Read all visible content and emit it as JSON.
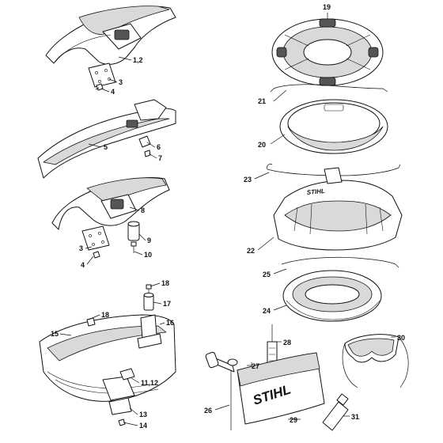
{
  "labels": {
    "p1_2": "1,2",
    "p3a": "3",
    "p4a": "4",
    "p5": "5",
    "p6": "6",
    "p7": "7",
    "p8": "8",
    "p9": "9",
    "p3b": "3",
    "p4b": "4",
    "p10": "10",
    "p18a": "18",
    "p17": "17",
    "p18b": "18",
    "p16": "16",
    "p15": "15",
    "p11_12": "11,12",
    "p13": "13",
    "p14": "14",
    "p19": "19",
    "p21": "21",
    "p20": "20",
    "p23": "23",
    "p22": "22",
    "p25": "25",
    "p24": "24",
    "p26": "26",
    "p27": "27",
    "p28": "28",
    "p29": "29",
    "p30": "30",
    "p31": "31"
  },
  "brand": {
    "logo_text_top": "STIHL",
    "logo_text_pouch": "STIHL"
  }
}
